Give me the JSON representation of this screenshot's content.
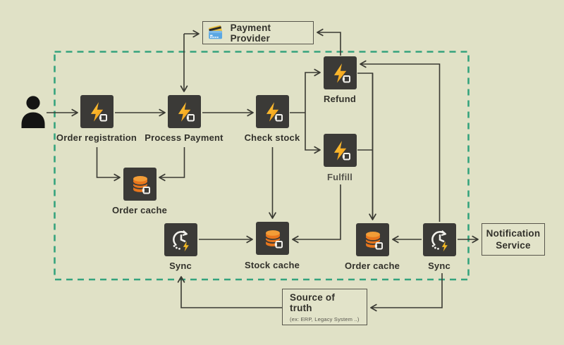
{
  "colors": {
    "background": "#e0e1c6",
    "boundary_dash": "#35a37d",
    "node_box": "#3b3a37",
    "bolt_yellow": "#f6b21b",
    "db_orange": "#e8761d",
    "connector": "#3a3a33",
    "text": "#32312b"
  },
  "nodes": {
    "order_registration": "Order registration",
    "process_payment": "Process Payment",
    "check_stock": "Check stock",
    "refund": "Refund",
    "fulfill": "Fulfill",
    "order_cache_top": "Order cache",
    "stock_cache": "Stock cache",
    "order_cache_bottom": "Order cache",
    "sync_left": "Sync",
    "sync_right": "Sync"
  },
  "external": {
    "payment_provider": "Payment Provider",
    "notification_line1": "Notification",
    "notification_line2": "Service",
    "source_of_truth_title": "Source of truth",
    "source_of_truth_subtitle": "(ex: ERP, Legacy System ..)"
  },
  "icons": {
    "user": "person-icon",
    "function": "lambda-bolt-icon",
    "cache": "database-icon",
    "sync": "sync-clock-icon",
    "payment": "credit-card-icon"
  }
}
